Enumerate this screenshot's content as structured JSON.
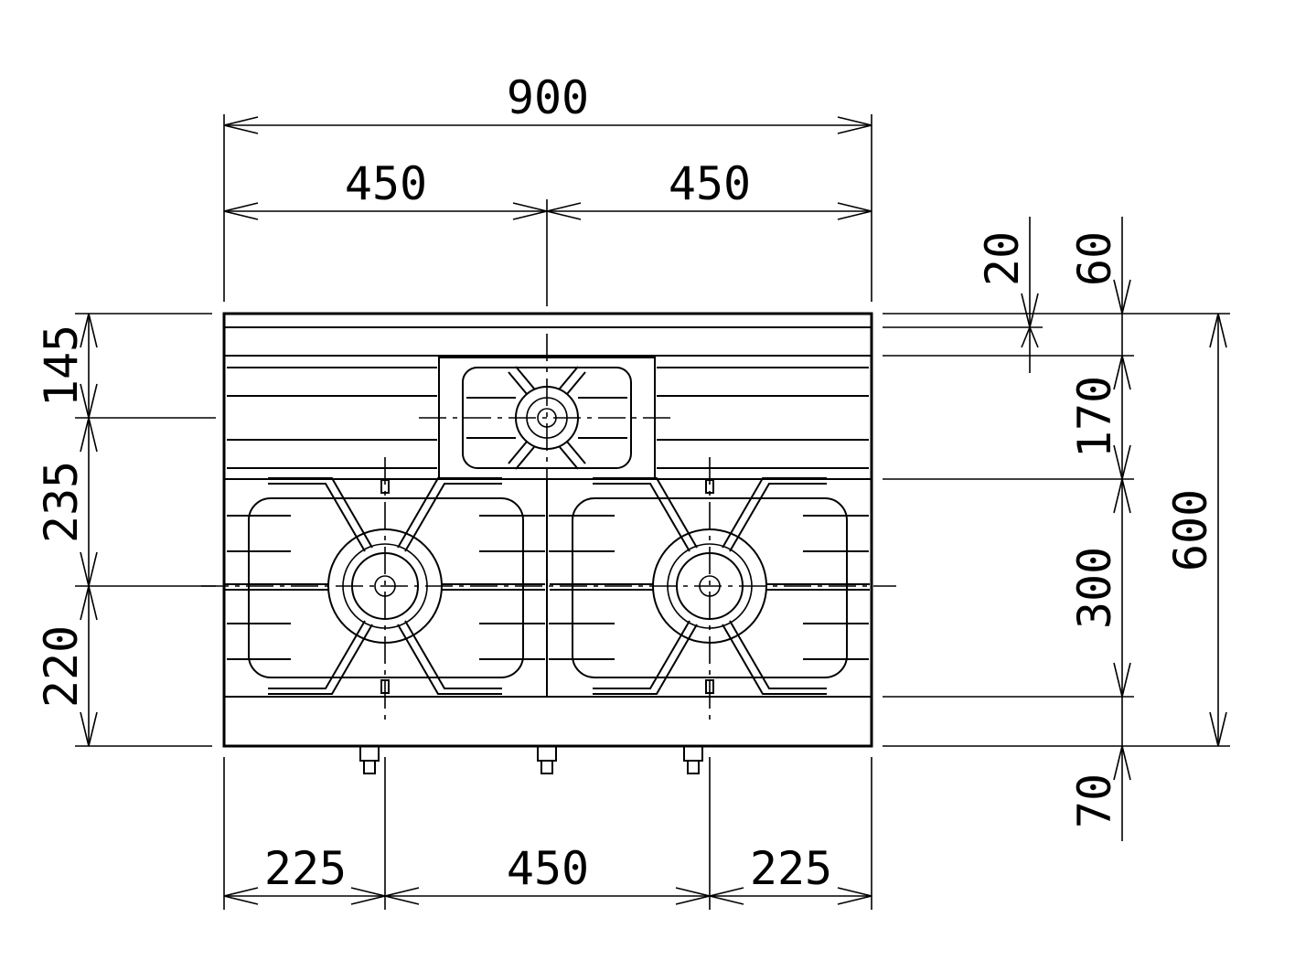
{
  "dimensions": {
    "overall_width": "900",
    "left_half": "450",
    "right_half": "450",
    "edge_left": "225",
    "burner_spacing": "450",
    "edge_right": "225",
    "left_145": "145",
    "left_235": "235",
    "left_220": "220",
    "right_20": "20",
    "right_60": "60",
    "right_170": "170",
    "right_300": "300",
    "right_70": "70",
    "overall_depth": "600"
  }
}
